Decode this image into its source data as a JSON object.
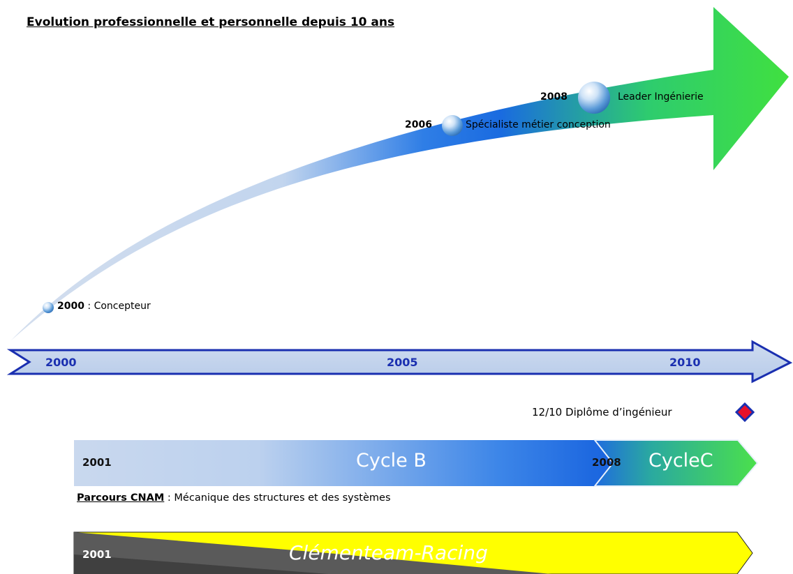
{
  "title": "Evolution professionnelle et personnelle depuis 10 ans",
  "milestones": [
    {
      "year": "2000",
      "sep": " : ",
      "label": "Concepteur"
    },
    {
      "year": "2006",
      "label": "Spécialiste métier conception"
    },
    {
      "year": "2008",
      "label": "Leader Ingénierie"
    }
  ],
  "timeline_axis": {
    "ticks": [
      "2000",
      "2005",
      "2010"
    ]
  },
  "diploma": {
    "date": "12/10",
    "label": "Diplôme d’ingénieur"
  },
  "cnam_band": {
    "start_year": "2001",
    "cycle_b": "Cycle B",
    "mid_year": "2008",
    "cycle_c": "CycleC"
  },
  "cnam_caption": {
    "bold": "Parcours CNAM",
    "rest": " : Mécanique des structures et des systèmes"
  },
  "racing_band": {
    "year": "2001",
    "label": "Clémenteam-Racing"
  },
  "colors": {
    "arrow_light": "#c8d8ee",
    "arrow_blue": "#1e6fe0",
    "arrow_green": "#44d44a",
    "axis_outline": "#1a2fb0",
    "diamond_fill": "#e8102a",
    "diamond_border": "#1a2fb0",
    "racing_yellow": "#ffff00",
    "racing_grey": "#5c5c5c"
  }
}
